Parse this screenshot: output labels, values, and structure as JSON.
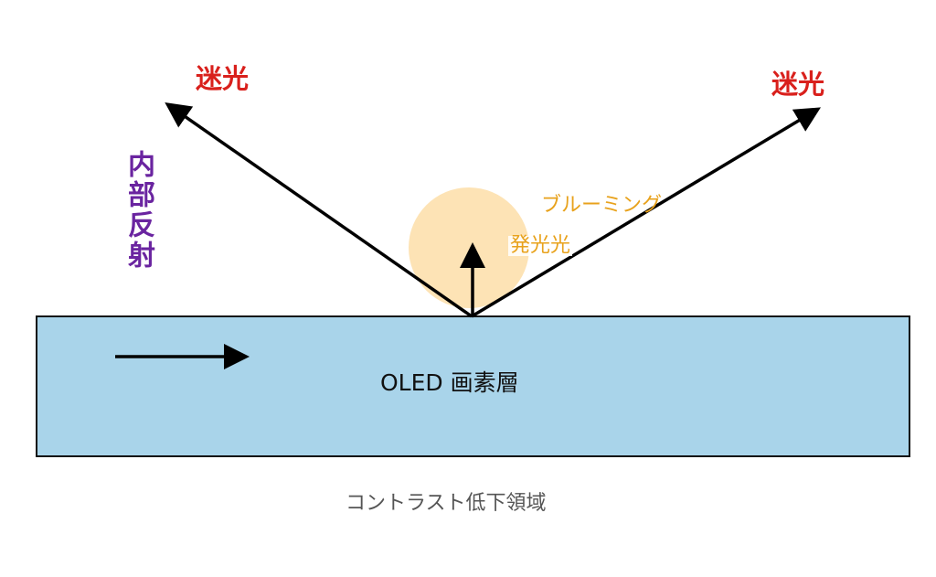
{
  "labels": {
    "stray_light_left": "迷光",
    "stray_light_right": "迷光",
    "internal_reflection": "内部反射",
    "blooming": "ブルーミング",
    "emitted_light": "発光光",
    "pixel_layer": "OLED 画素層",
    "contrast_loss_region": "コントラスト低下領域"
  },
  "colors": {
    "layer_fill": "#a9d4ea",
    "layer_stroke": "#111111",
    "arrow": "#000000",
    "glow": "#fde3b5",
    "stray_light_text": "#d9201c",
    "internal_reflection_text": "#6a24a0",
    "blooming_text": "#e8a21c",
    "caption_text": "#555555"
  },
  "icons": {
    "arrows": "arrow-icon",
    "glow": "glow-circle"
  }
}
